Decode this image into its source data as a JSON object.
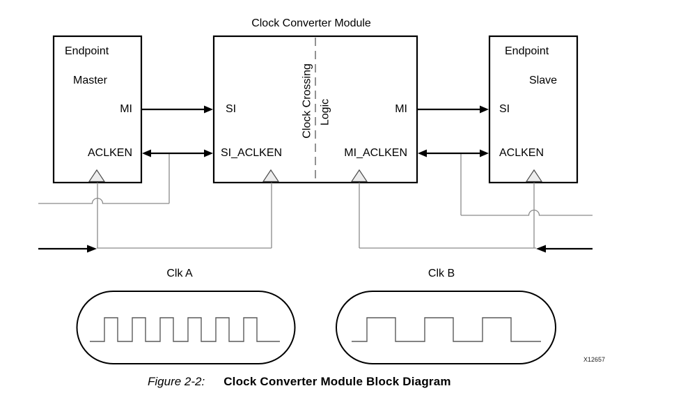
{
  "title": "Clock Converter Module",
  "blocks": {
    "master": {
      "name_line1": "Endpoint",
      "name_line2": "Master",
      "port_mi": "MI",
      "port_aclken": "ACLKEN"
    },
    "converter": {
      "port_si": "SI",
      "port_si_aclken": "SI_ACLKEN",
      "port_mi": "MI",
      "port_mi_aclken": "MI_ACLKEN",
      "crossing_label_line1": "Clock Crossing",
      "crossing_label_line2": "Logic"
    },
    "slave": {
      "name_line1": "Endpoint",
      "name_line2": "Slave",
      "port_si": "SI",
      "port_aclken": "ACLKEN"
    }
  },
  "clock_labels": {
    "clk_a": "Clk A",
    "clk_b": "Clk B"
  },
  "waveforms": {
    "clk_a": {
      "pulses": 6,
      "lead_in": 21,
      "high_width": 19,
      "low_width": 21,
      "tail": 33
    },
    "clk_b": {
      "pulses": 3,
      "lead_in": 22,
      "high_width": 41,
      "low_width": 42,
      "tail": 43
    }
  },
  "figure_id": "X12657",
  "caption": {
    "prefix": "Figure 2-2:",
    "title": "Clock Converter Module Block Diagram"
  },
  "colors": {
    "block_stroke": "#000000",
    "arrow_black": "#000000",
    "net_gray": "#8a8a8a",
    "divider_gray": "#777777",
    "triangle_fill": "#ededed",
    "triangle_stroke": "#4a4a4a",
    "waveform_gray": "#5a5a5a"
  }
}
